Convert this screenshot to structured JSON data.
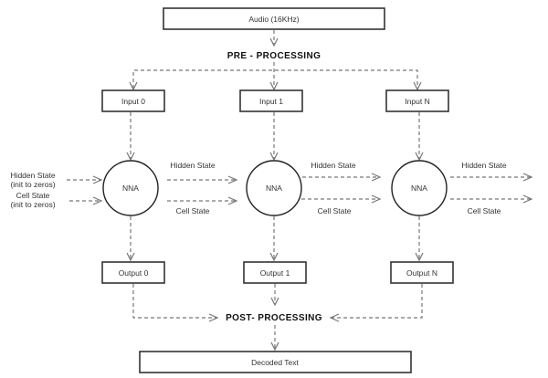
{
  "diagram": {
    "source": {
      "label": "Audio (16KHz)"
    },
    "pre_processing": {
      "label": "PRE - PROCESSING"
    },
    "post_processing": {
      "label": "POST- PROCESSING"
    },
    "sink": {
      "label": "Decoded Text"
    },
    "inputs": [
      {
        "label": "Input 0"
      },
      {
        "label": "Input 1"
      },
      {
        "label": "Input N"
      }
    ],
    "nnas": [
      {
        "label": "NNA"
      },
      {
        "label": "NNA"
      },
      {
        "label": "NNA"
      }
    ],
    "outputs": [
      {
        "label": "Output 0"
      },
      {
        "label": "Output 1"
      },
      {
        "label": "Output N"
      }
    ],
    "initial_states": {
      "hidden": [
        "Hidden State",
        "(init to zeros)"
      ],
      "cell": [
        "Cell State",
        "(init to zeros)"
      ]
    },
    "state_labels": {
      "hidden": "Hidden State",
      "cell": "Cell State"
    },
    "colors": {
      "box_stroke": "#333333",
      "edge": "#777777",
      "text": "#333333"
    }
  }
}
